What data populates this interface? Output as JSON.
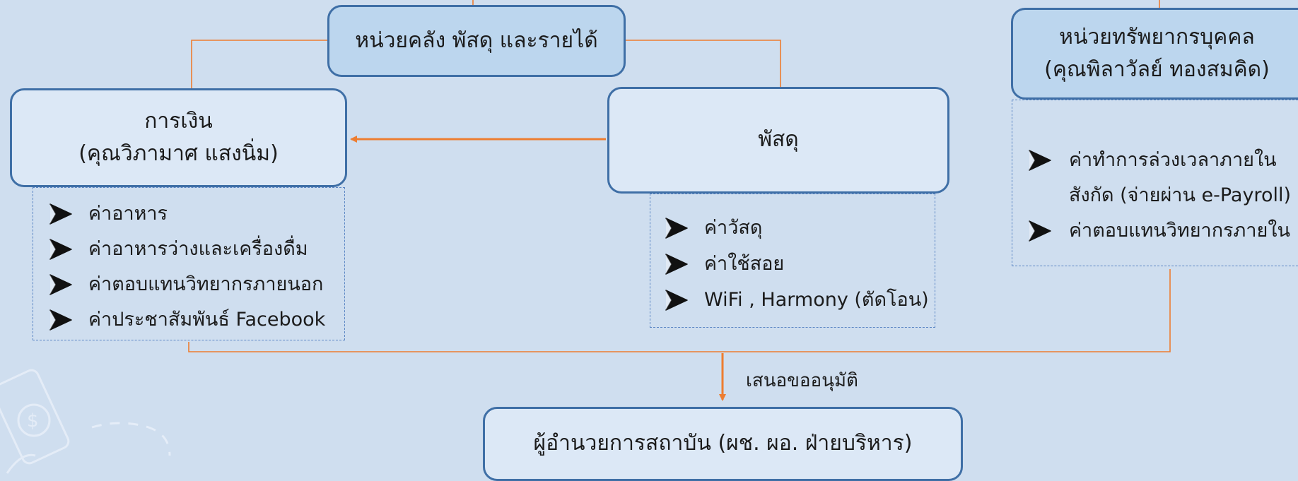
{
  "colors": {
    "background": "#cfdeef",
    "box_border": "#3f6fa6",
    "box_fill_header": "#bcd6ee",
    "box_fill_node": "#dce8f6",
    "connector": "#ed7d31",
    "list_border": "#5b86c4"
  },
  "nodes": {
    "treasury": {
      "title": "หน่วยคลัง พัสดุ และรายได้"
    },
    "finance": {
      "title": "การเงิน",
      "person": "(คุณวิภามาศ แสงนิ่ม)"
    },
    "supplies": {
      "title": "พัสดุ"
    },
    "hr": {
      "title": "หน่วยทรัพยากรบุคคล",
      "person": "(คุณพิลาวัลย์ ทองสมคิด)"
    },
    "director": {
      "title": "ผู้อำนวยการสถาบัน (ผช. ผอ. ฝ่ายบริหาร)"
    }
  },
  "lists": {
    "finance_items": [
      "ค่าอาหาร",
      "ค่าอาหารว่างและเครื่องดื่ม",
      "ค่าตอบแทนวิทยากรภายนอก",
      "ค่าประชาสัมพันธ์ Facebook"
    ],
    "supplies_items": [
      "ค่าวัสดุ",
      "ค่าใช้สอย",
      "WiFi , Harmony (ตัดโอน)"
    ],
    "hr_items": [
      [
        "ค่าทำการล่วงเวลาภายใน",
        "สังกัด (จ่ายผ่าน e-Payroll)"
      ],
      [
        "ค่าตอบแทนวิทยากรภายใน"
      ]
    ]
  },
  "edge_labels": {
    "propose": "เสนอขออนุมัติ"
  },
  "icons": {
    "bullet": "arrow-bullet-icon",
    "decoration": "money-doodle-icon"
  }
}
